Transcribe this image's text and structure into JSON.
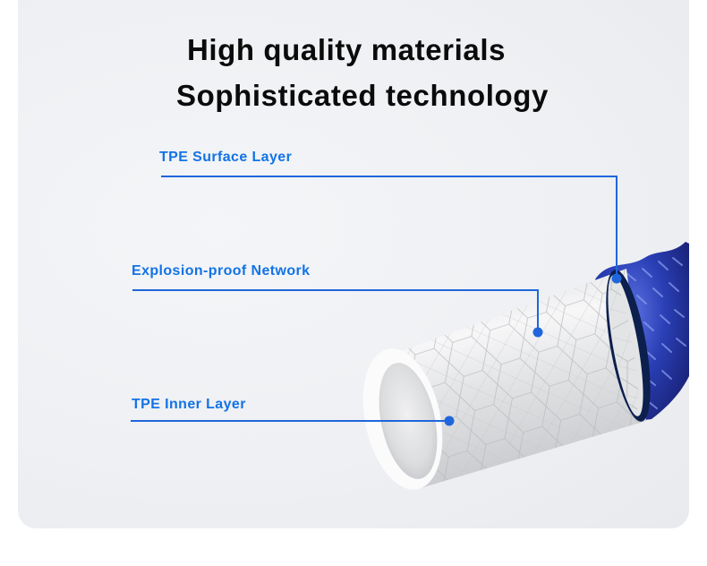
{
  "headline": {
    "line1": "High quality materials",
    "line2": "Sophisticated technology"
  },
  "callouts": [
    {
      "label": "TPE Surface Layer",
      "target": "outer braided layer"
    },
    {
      "label": "Explosion-proof Network",
      "target": "hexagon mesh layer"
    },
    {
      "label": "TPE Inner Layer",
      "target": "inner tube"
    }
  ],
  "colors": {
    "callout_blue": "#1273e6",
    "line_blue": "#1f66dc",
    "headline": "#0b0b0b",
    "background": "#eef0f3",
    "braid_blue": "#2a3fb5",
    "ring_navy": "#0c1f4d"
  }
}
